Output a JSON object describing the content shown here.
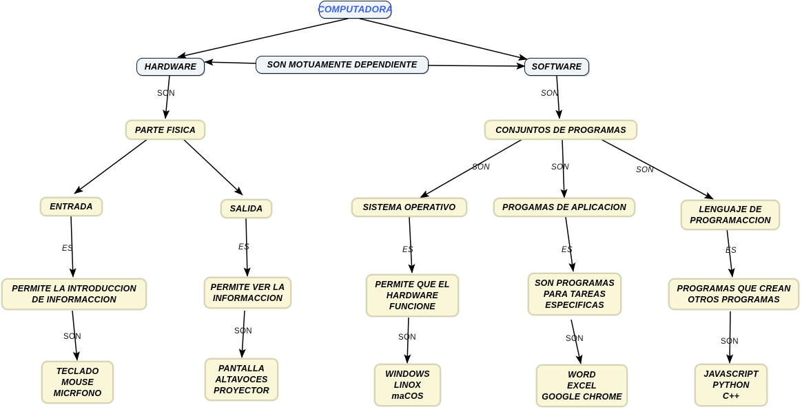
{
  "diagram": {
    "title": "COMPUTADORA",
    "type": "concept-map",
    "language": "es",
    "colors": {
      "root_text": "#3c63ef",
      "blue_node_fill": "#eef4f8",
      "blue_node_border": "#12203c",
      "cream_node_fill": "#faf7d8",
      "cream_node_border": "#d8d5b4",
      "edge": "#000000",
      "background": "#ffffff"
    }
  },
  "nodes": {
    "computadora": "COMPUTADORA",
    "hardware": "HARDWARE",
    "dependiente": "SON MOTUAMENTE DEPENDIENTE",
    "software": "SOFTWARE",
    "parte_fisica": "PARTE FISICA",
    "conjuntos_programas": "CONJUNTOS DE PROGRAMAS",
    "entrada": "ENTRADA",
    "salida": "SALIDA",
    "sistema_operativo": "SISTEMA OPERATIVO",
    "progamas_aplicacion": "PROGAMAS DE APLICACION",
    "lenguaje_programaccion": "LENGUAJE DE\nPROGRAMACCION",
    "permite_introduccion": "PERMITE LA INTRODUCCION\nDE INFORMACCION",
    "permite_ver": "PERMITE VER LA\nINFORMACCION",
    "permite_hardware": "PERMITE QUE EL\nHARDWARE\nFUNCIONE",
    "son_programas_tareas": "SON PROGRAMAS\nPARA TAREAS\nESPECIFICAS",
    "programas_crean": "PROGRAMAS QUE CREAN\nOTROS PROGRAMAS",
    "leaf_entrada": "TECLADO\nMOUSE\nMICRFONO",
    "leaf_salida": "PANTALLA\nALTAVOCES\nPROYECTOR",
    "leaf_so": "WINDOWS\nLINOX\nmaCOS",
    "leaf_aplicacion": "WORD\nEXCEL\nGOOGLE CHROME",
    "leaf_lenguaje": "JAVASCRIPT\nPYTHON\nC++"
  },
  "edge_labels": {
    "hardware_son": "SON",
    "software_son": "SON",
    "so_son": "SON",
    "aplicacion_son": "SON",
    "lenguaje_son": "SON",
    "entrada_es": "ES",
    "salida_es": "ES",
    "so_es": "ES",
    "aplicacion_es": "ES",
    "lenguaje_es": "ES",
    "introduccion_son": "SON",
    "ver_son": "SON",
    "funcione_son": "SON",
    "tareas_son": "SON",
    "crean_son": "SON"
  }
}
